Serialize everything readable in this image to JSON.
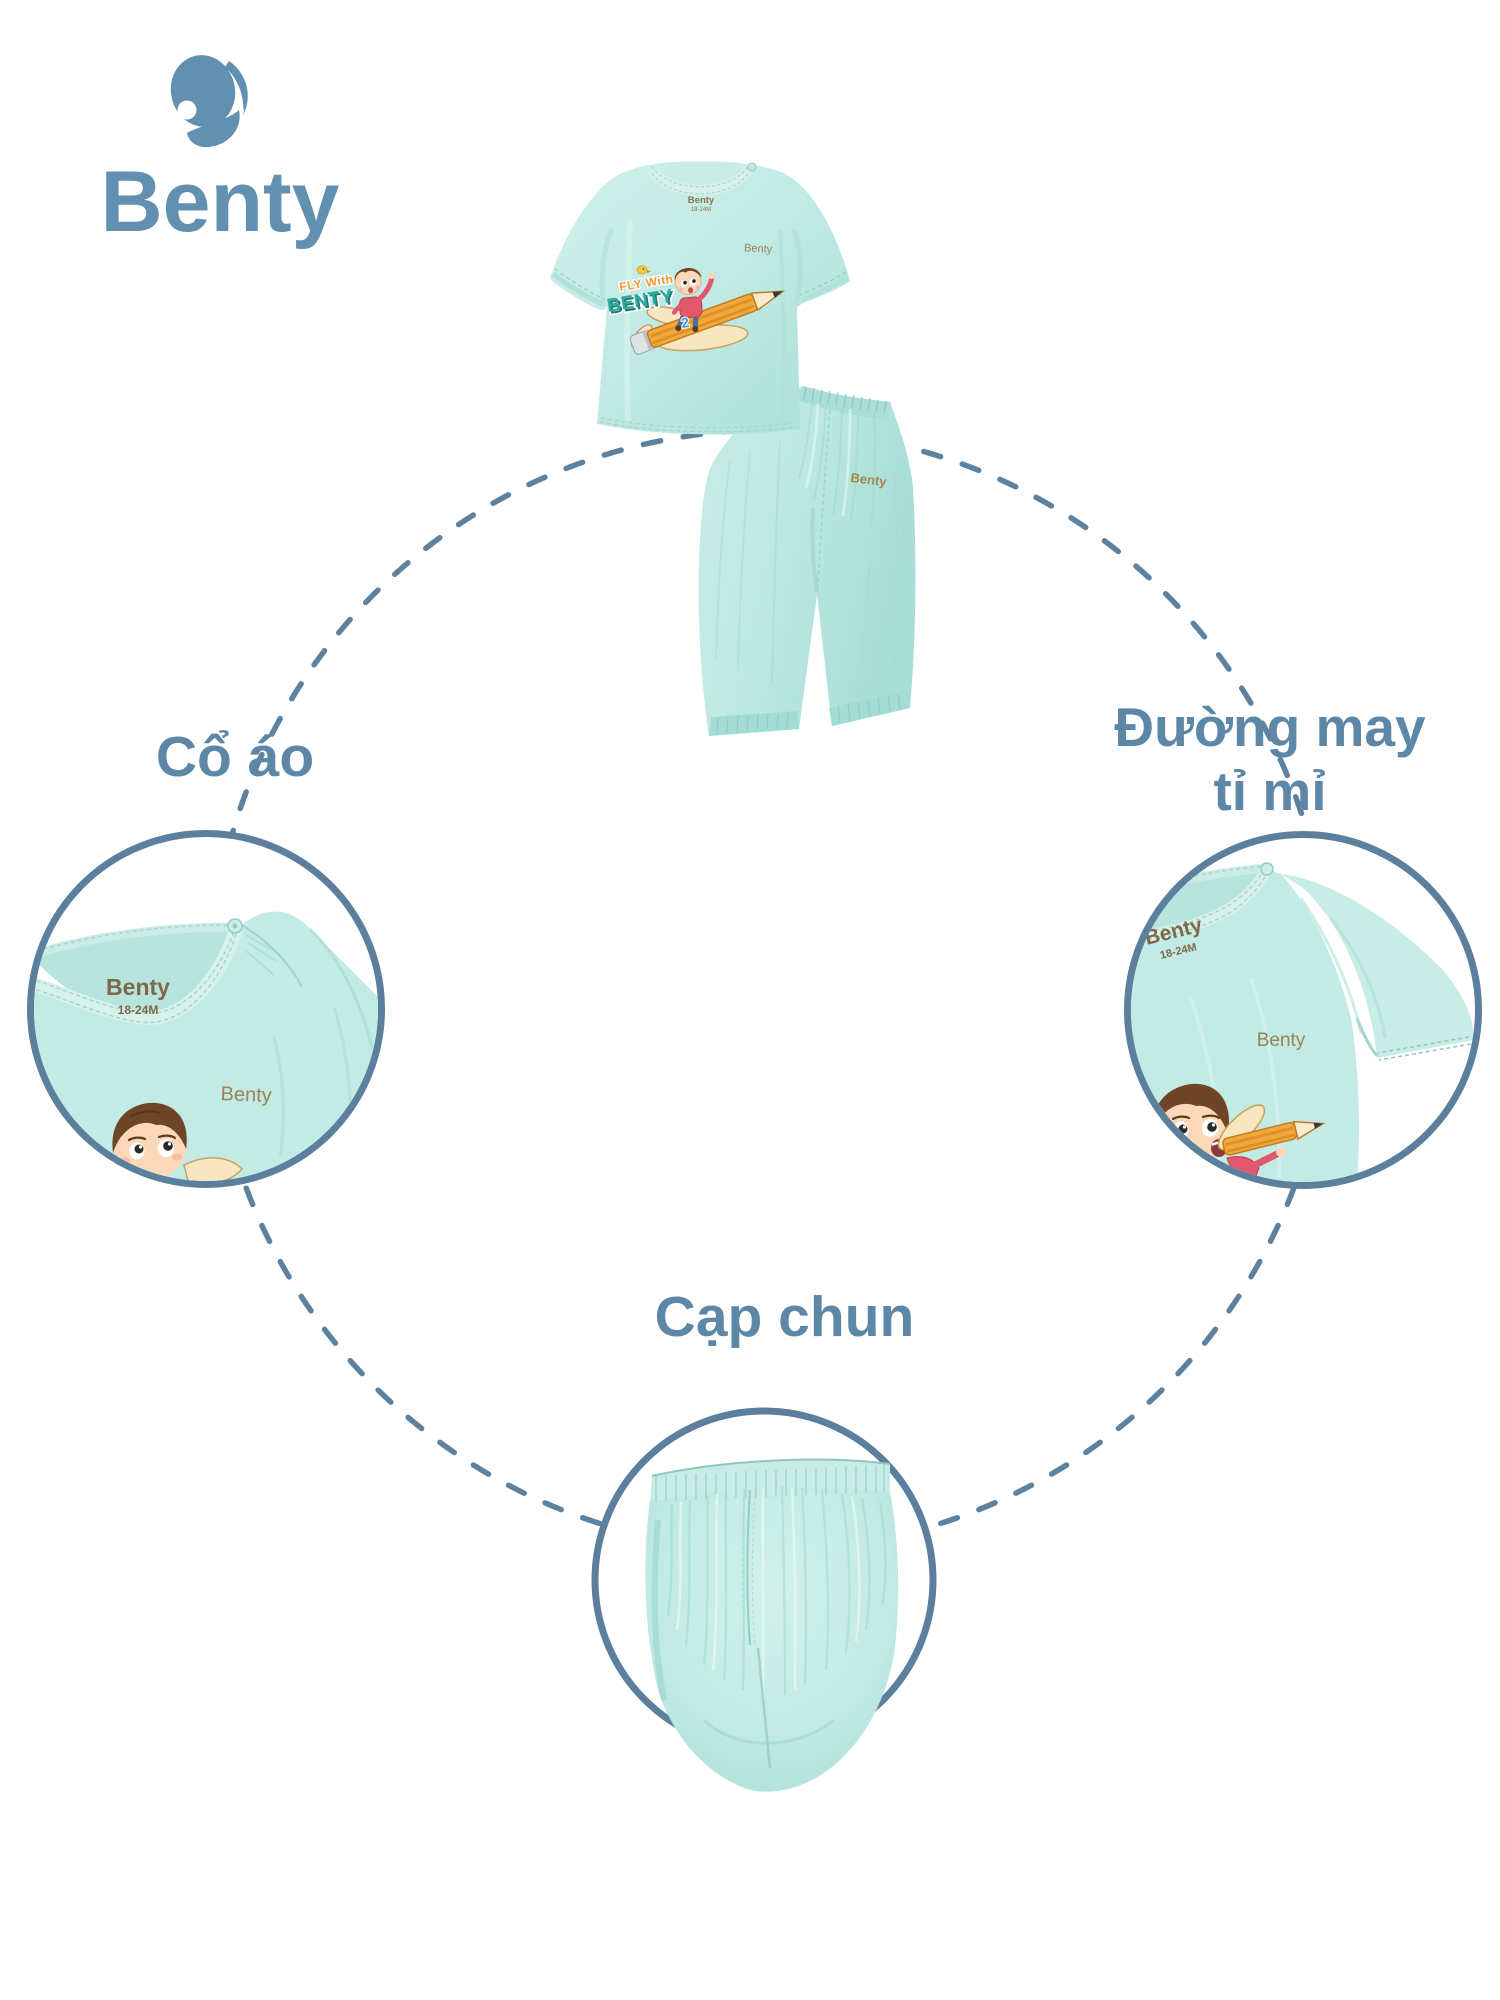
{
  "logo": {
    "brand": "Benty"
  },
  "colors": {
    "brand_blue": "#6290b0",
    "label_blue": "#5d87a6",
    "circle_border": "#5b7f9d",
    "dash_blue": "#5c82a0",
    "garment_mint": "#bfe9e3",
    "print_orange": "#ef9a2e",
    "print_teal": "#2fa8a0",
    "tag_brown": "#8a7352"
  },
  "product_set": {
    "shirt": {
      "collar_brand": "Benty",
      "collar_size": "18-24M",
      "chest_brand": "Benty",
      "print_line1": "FLY With",
      "print_line2": "BENTY",
      "print_number": "2"
    },
    "pants": {
      "hip_brand": "Benty"
    }
  },
  "callouts": {
    "collar": {
      "label": "Cổ áo",
      "tag_brand": "Benty",
      "tag_size": "18-24M",
      "chest_brand": "Benty"
    },
    "stitching": {
      "label_line1": "Đường may",
      "label_line2": "tỉ mỉ",
      "tag_brand": "Benty",
      "tag_size": "18-24M",
      "chest_brand": "Benty"
    },
    "waistband": {
      "label": "Cạp chun"
    }
  }
}
